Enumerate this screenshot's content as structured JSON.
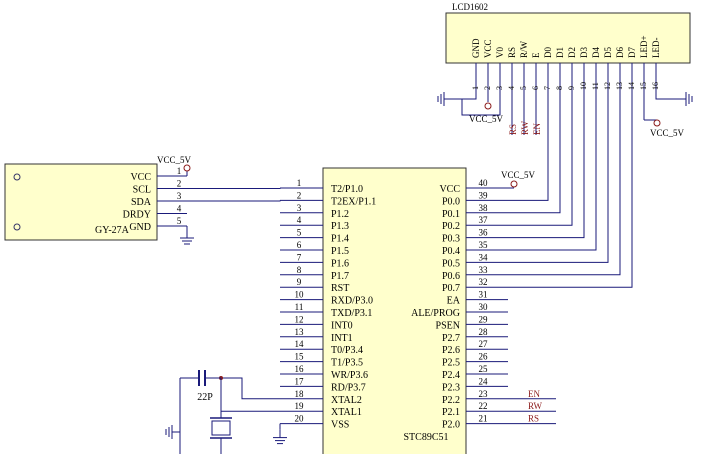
{
  "lcd": {
    "title": "LCD1602",
    "pins": [
      "GND",
      "VCC",
      "V0",
      "RS",
      "R/W",
      "E",
      "D0",
      "D1",
      "D2",
      "D3",
      "D4",
      "D5",
      "D6",
      "D7",
      "LED+",
      "LED-"
    ],
    "pin_numbers": [
      "1",
      "2",
      "3",
      "4",
      "5",
      "6",
      "7",
      "8",
      "9",
      "10",
      "11",
      "12",
      "13",
      "14",
      "15",
      "16"
    ],
    "vcc_label_left": "VCC_5V",
    "vcc_label_right": "VCC_5V",
    "ctrl_labels": [
      "RS",
      "RW",
      "EN"
    ]
  },
  "sensor": {
    "name": "GY-27A",
    "pins": [
      "VCC",
      "SCL",
      "SDA",
      "DRDY",
      "GND"
    ],
    "pin_numbers": [
      "1",
      "2",
      "3",
      "4",
      "5"
    ],
    "vcc_label": "VCC_5V"
  },
  "mcu": {
    "name": "STC89C51",
    "vcc_label": "VCC_5V",
    "left_pins": [
      {
        "num": "1",
        "name": "T2/P1.0"
      },
      {
        "num": "2",
        "name": "T2EX/P1.1"
      },
      {
        "num": "3",
        "name": "P1.2"
      },
      {
        "num": "4",
        "name": "P1.3"
      },
      {
        "num": "5",
        "name": "P1.4"
      },
      {
        "num": "6",
        "name": "P1.5"
      },
      {
        "num": "7",
        "name": "P1.6"
      },
      {
        "num": "8",
        "name": "P1.7"
      },
      {
        "num": "9",
        "name": "RST"
      },
      {
        "num": "10",
        "name": "RXD/P3.0"
      },
      {
        "num": "11",
        "name": "TXD/P3.1"
      },
      {
        "num": "12",
        "name": "INT0"
      },
      {
        "num": "13",
        "name": "INT1"
      },
      {
        "num": "14",
        "name": "T0/P3.4"
      },
      {
        "num": "15",
        "name": "T1/P3.5"
      },
      {
        "num": "16",
        "name": "WR/P3.6"
      },
      {
        "num": "17",
        "name": "RD/P3.7"
      },
      {
        "num": "18",
        "name": "XTAL2"
      },
      {
        "num": "19",
        "name": "XTAL1"
      },
      {
        "num": "20",
        "name": "VSS"
      }
    ],
    "right_pins": [
      {
        "num": "40",
        "name": "VCC"
      },
      {
        "num": "39",
        "name": "P0.0"
      },
      {
        "num": "38",
        "name": "P0.1"
      },
      {
        "num": "37",
        "name": "P0.2"
      },
      {
        "num": "36",
        "name": "P0.3"
      },
      {
        "num": "35",
        "name": "P0.4"
      },
      {
        "num": "34",
        "name": "P0.5"
      },
      {
        "num": "33",
        "name": "P0.6"
      },
      {
        "num": "32",
        "name": "P0.7"
      },
      {
        "num": "31",
        "name": "EA"
      },
      {
        "num": "30",
        "name": "ALE/PROG"
      },
      {
        "num": "29",
        "name": "PSEN"
      },
      {
        "num": "28",
        "name": "P2.7"
      },
      {
        "num": "27",
        "name": "P2.6"
      },
      {
        "num": "26",
        "name": "P2.5"
      },
      {
        "num": "25",
        "name": "P2.4"
      },
      {
        "num": "24",
        "name": "P2.3"
      },
      {
        "num": "23",
        "name": "P2.2"
      },
      {
        "num": "22",
        "name": "P2.1"
      },
      {
        "num": "21",
        "name": "P2.0"
      }
    ],
    "p2_net_labels": [
      "EN",
      "RW",
      "RS"
    ]
  },
  "crystal": {
    "cap_label": "22P"
  },
  "colors": {
    "wire": "#1a1a7a",
    "box_fill": "#ffffcc",
    "net_label": "#8b1a1a",
    "ground": "#1a1a7a"
  }
}
